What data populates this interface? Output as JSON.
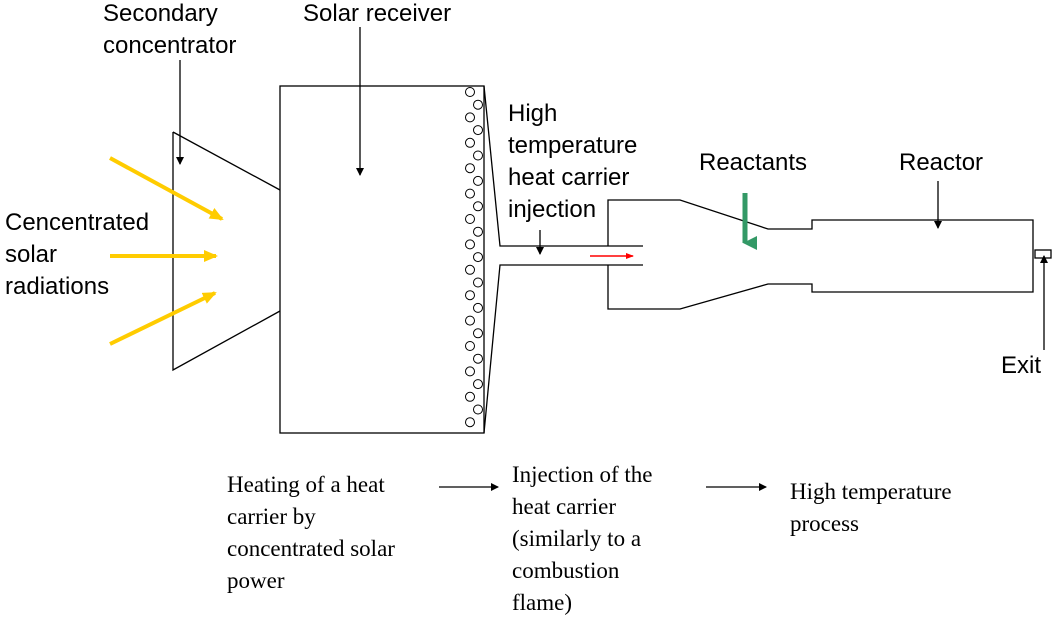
{
  "labels": {
    "secondary_concentrator": [
      "Secondary",
      "concentrator"
    ],
    "solar_receiver": "Solar receiver",
    "concentrated_solar_radiations": [
      "Cencentrated",
      "solar",
      "radiations"
    ],
    "heat_carrier_injection": [
      "High",
      "temperature",
      "heat carrier",
      "injection"
    ],
    "reactants": "Reactants",
    "reactor": "Reactor",
    "exit": "Exit"
  },
  "process_steps": [
    [
      "Heating of a heat",
      "carrier by",
      "concentrated solar",
      "power"
    ],
    [
      "Injection of the",
      "heat carrier",
      "(similarly to a",
      "combustion",
      "flame)"
    ],
    [
      "High temperature",
      "process"
    ]
  ],
  "colors": {
    "solar_rays": "#ffcc00",
    "reactant_arrow": "#339966",
    "flow_arrow": "#ff0000",
    "lines": "#000000"
  }
}
